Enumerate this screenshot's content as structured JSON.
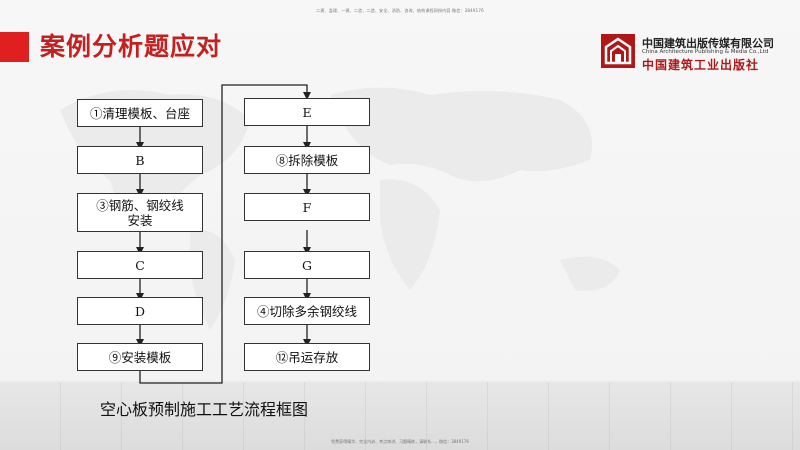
{
  "header": {
    "top_note": "二建、监理、一建、二造、二造、安全、消防、咨询、结构课程网授内容 微信：3849176",
    "bottom_note": "免费获得精华、完全内训、考点串讲、习题精练，请联系…，微信：3849176",
    "title": "案例分析题应对"
  },
  "logo": {
    "name_cn": "中国建筑出版传媒有限公司",
    "name_en": "China Architecture Publishing & Media Co.,Ltd",
    "name_calligraphy": "中国建筑工业出版社"
  },
  "flowchart": {
    "left_column": [
      {
        "id": "step1",
        "label": "①清理模板、台座"
      },
      {
        "id": "stepB",
        "label": "B"
      },
      {
        "id": "step3",
        "label": "③钢筋、钢绞线安装"
      },
      {
        "id": "stepC",
        "label": "C"
      },
      {
        "id": "stepD",
        "label": "D"
      },
      {
        "id": "step9",
        "label": "⑨安装模板"
      }
    ],
    "right_column": [
      {
        "id": "stepE",
        "label": "E"
      },
      {
        "id": "step8",
        "label": "⑧拆除模板"
      },
      {
        "id": "stepF",
        "label": "F"
      },
      {
        "id": "stepG",
        "label": "G"
      },
      {
        "id": "step4",
        "label": "④切除多余钢绞线"
      },
      {
        "id": "step12",
        "label": "⑫吊运存放"
      }
    ],
    "caption": "空心板预制施工工艺流程框图"
  },
  "colors": {
    "accent": "#e02020",
    "title": "#c42020",
    "logo": "#b01818"
  }
}
